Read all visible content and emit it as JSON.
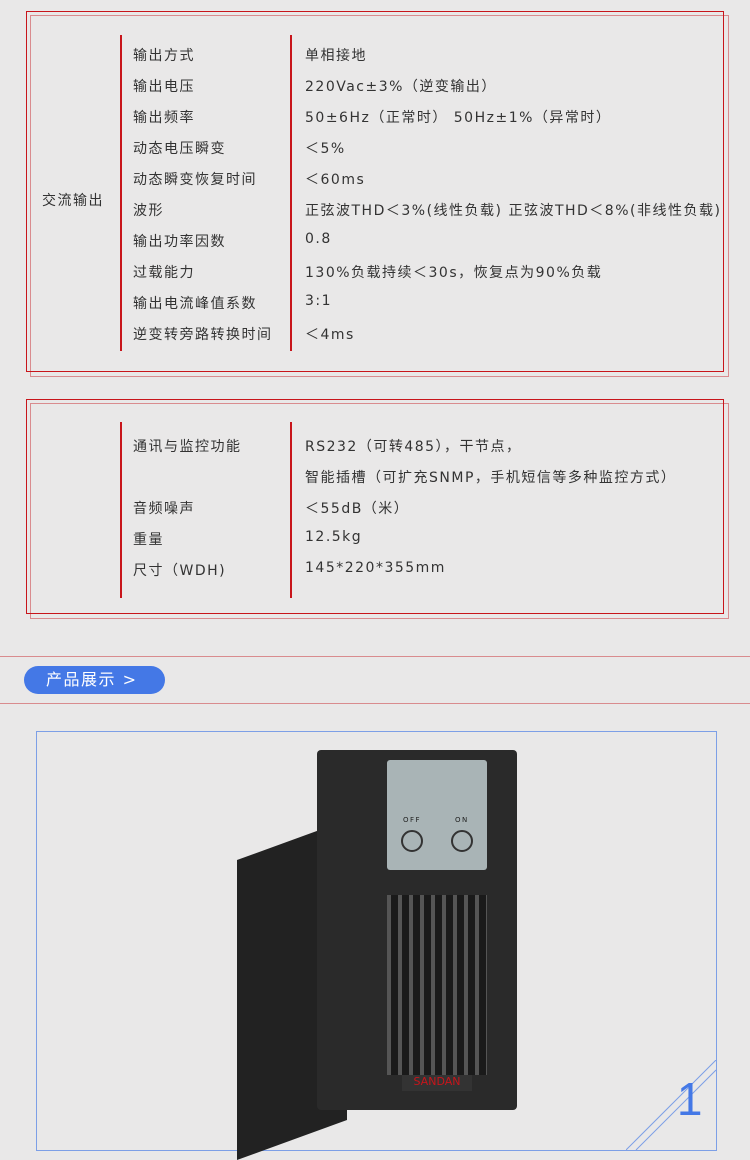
{
  "section1": {
    "group": "交流输出",
    "rows": [
      {
        "label": "输出方式",
        "value": "单相接地"
      },
      {
        "label": "输出电压",
        "value": "220Vac±3%（逆变输出）"
      },
      {
        "label": "输出频率",
        "value": "50±6Hz（正常时） 50Hz±1%（异常时）"
      },
      {
        "label": "动态电压瞬变",
        "value": "＜5%"
      },
      {
        "label": "动态瞬变恢复时间",
        "value": "＜60ms"
      },
      {
        "label": "波形",
        "value": "正弦波THD＜3%(线性负载) 正弦波THD＜8%(非线性负载)"
      },
      {
        "label": "输出功率因数",
        "value": "0.8"
      },
      {
        "label": "过载能力",
        "value": "130%负载持续＜30s，恢复点为90%负载"
      },
      {
        "label": "输出电流峰值系数",
        "value": "3:1"
      },
      {
        "label": "逆变转旁路转换时间",
        "value": "＜4ms"
      }
    ]
  },
  "section2": {
    "rows": [
      {
        "label": "通讯与监控功能",
        "value": "RS232（可转485），干节点，"
      },
      {
        "label": "",
        "value": "智能插槽（可扩充SNMP，手机短信等多种监控方式）"
      },
      {
        "label": "音频噪声",
        "value": "＜55dB（米）"
      },
      {
        "label": "重量",
        "value": "12.5kg"
      },
      {
        "label": "尺寸（WDH)",
        "value": "145*220*355mm"
      }
    ]
  },
  "banner": {
    "label": "产品展示 >"
  },
  "product": {
    "brand": "SANDAN",
    "index": "1",
    "off": "OFF",
    "on": "ON"
  },
  "colors": {
    "red": "#c8151b",
    "blue": "#4478e6"
  }
}
